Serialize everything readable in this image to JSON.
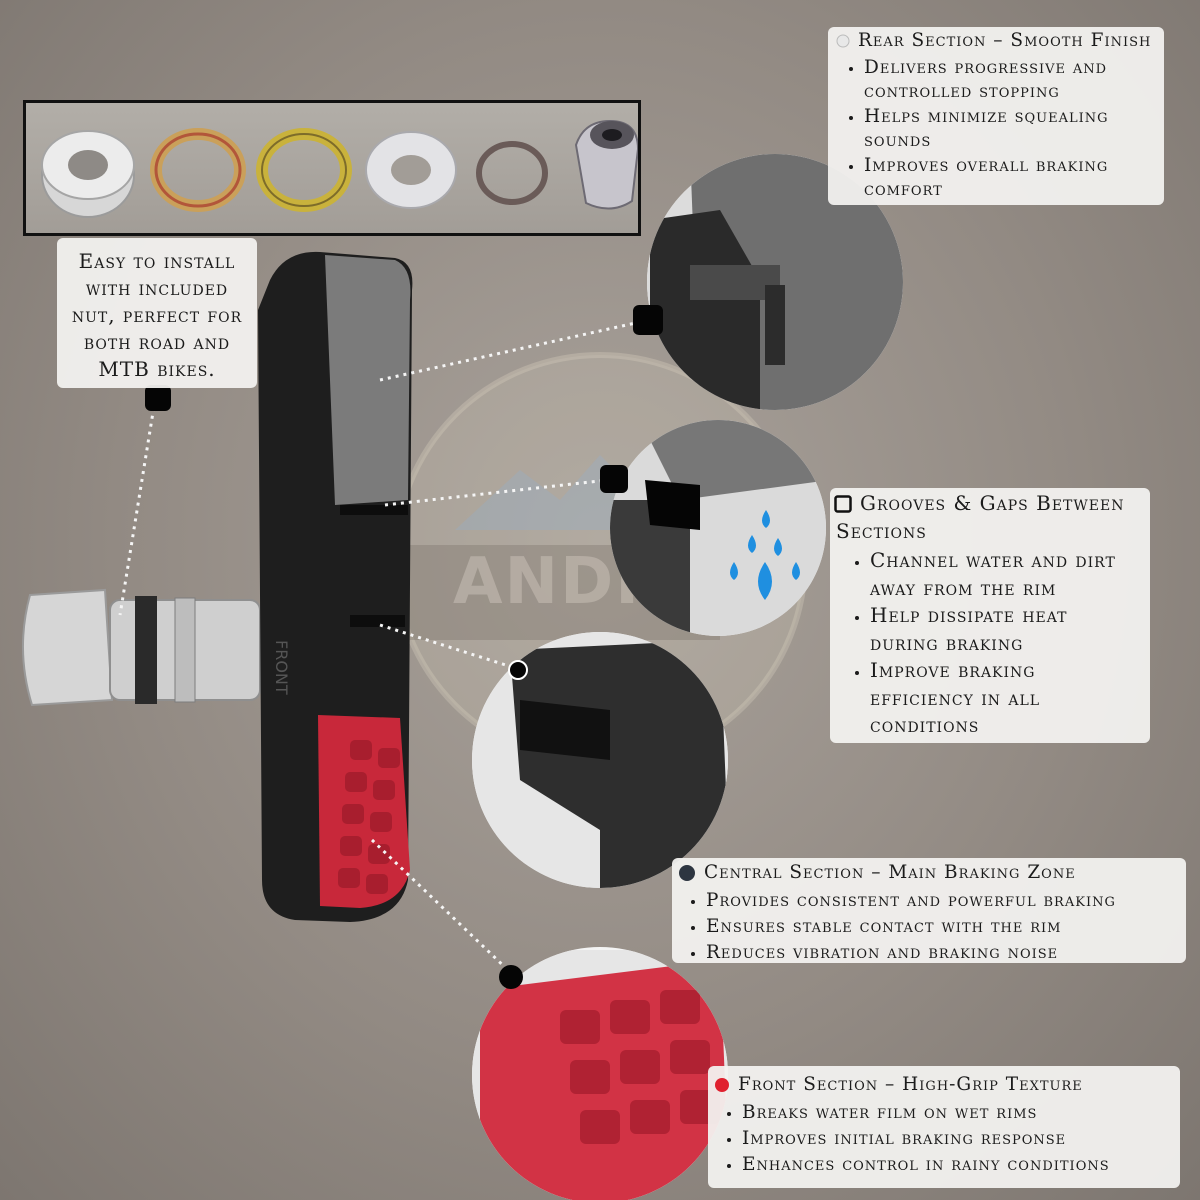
{
  "watermark": {
    "text": "ANDI"
  },
  "product": {
    "pad_marking": "FRONT"
  },
  "hardware_kit": {
    "items": [
      "spacer-washer",
      "spring-washer",
      "split-washer",
      "flat-washer",
      "thin-washer",
      "cap-nut"
    ]
  },
  "install_note": {
    "lines": [
      "Easy to install",
      "with included",
      "nut, perfect for",
      "both road and",
      "MTB bikes."
    ]
  },
  "rear_section": {
    "title": "Rear Section – Smooth Finish",
    "bullets": [
      [
        "Delivers progressive and",
        "controlled stopping"
      ],
      [
        "Helps minimize squealing",
        "sounds"
      ],
      [
        "Improves overall braking",
        "comfort"
      ]
    ]
  },
  "grooves_section": {
    "title_lines": [
      "Grooves & Gaps Between",
      "Sections"
    ],
    "bullets": [
      [
        "Channel water and dirt",
        "away from the rim"
      ],
      [
        "Help dissipate heat",
        "during braking"
      ],
      [
        "Improve braking",
        "efficiency in all",
        "conditions"
      ]
    ]
  },
  "central_section": {
    "title": "Central Section – Main Braking Zone",
    "bullets": [
      "Provides consistent and powerful braking",
      "Ensures stable contact with the rim",
      "Reduces vibration and braking noise"
    ]
  },
  "front_section": {
    "title": "Front Section – High-Grip Texture",
    "bullets": [
      "Breaks water film on wet rims",
      "Improves initial braking response",
      "Enhances control in rainy conditions"
    ]
  },
  "colors": {
    "rubber_black": "#1e1e1e",
    "rubber_grey": "#7b7b7b",
    "rubber_red": "#c8283a",
    "card_bg": "#f3f2f0",
    "water_blue": "#1f8fe0"
  }
}
